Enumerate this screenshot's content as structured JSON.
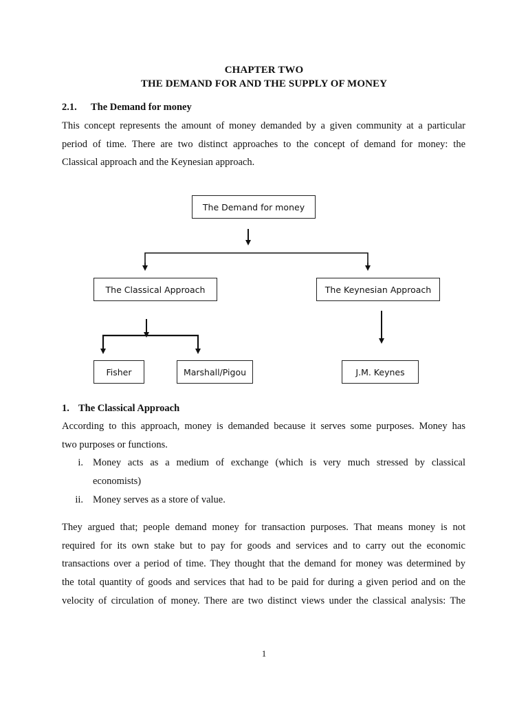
{
  "document": {
    "chapter": "CHAPTER TWO",
    "title": "THE DEMAND FOR AND THE SUPPLY OF MONEY",
    "section": {
      "number": "2.1.",
      "title": "The Demand for money",
      "intro_lines": [
        "This concept represents the amount of money demanded by a given community at a particular",
        "period of time. There are two distinct approaches to the concept of demand for money: the",
        "Classical approach and the Keynesian approach."
      ]
    },
    "diagram": {
      "root": "The Demand for money",
      "classical": "The Classical Approach",
      "keynesian": "The Keynesian Approach",
      "fisher": "Fisher",
      "marshall": "Marshall/Pigou",
      "keynes": "J.M. Keynes"
    },
    "classical": {
      "number": "1.",
      "title": "The Classical Approach",
      "intro_lines": [
        "According to this approach, money is demanded because it serves some purposes. Money has",
        "two purposes or functions."
      ],
      "list": [
        {
          "marker": "i.",
          "lines": [
            "Money acts as a medium of exchange (which is very much stressed by classical",
            "economists)"
          ]
        },
        {
          "marker": "ii.",
          "lines": [
            "Money serves as a store of value."
          ]
        }
      ],
      "body_lines": [
        "They argued that; people demand money for transaction purposes. That means money is not",
        "required for its own stake but to pay for goods and services and to carry out the economic",
        "transactions over a period of time. They thought that the demand for money was determined by",
        "the total quantity of goods and services that had to be paid for during a given period and on the",
        "velocity of circulation of money. There are two distinct views under the classical analysis: The"
      ]
    },
    "page_number": "1"
  }
}
